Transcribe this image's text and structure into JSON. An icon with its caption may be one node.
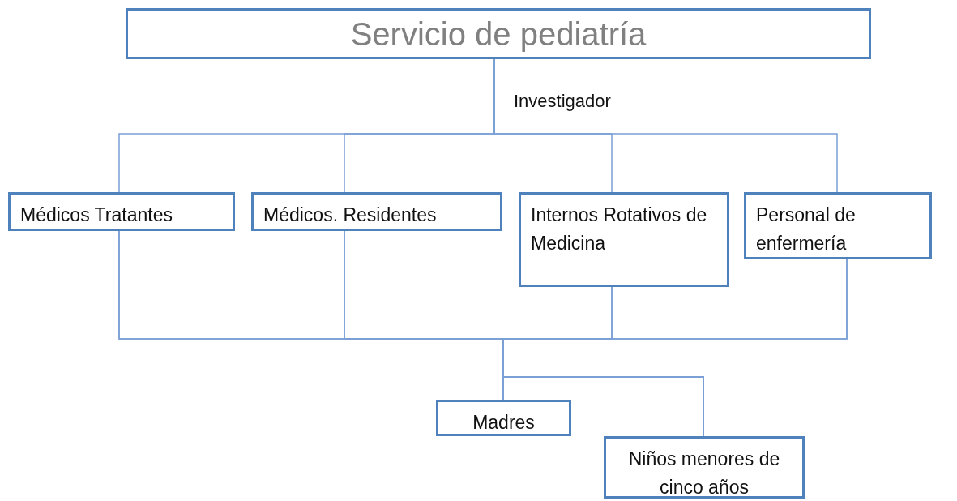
{
  "diagram": {
    "nodes": [
      {
        "text": [
          "Servicio de pediatría"
        ]
      },
      {
        "text": [
          "Médicos Tratantes"
        ]
      },
      {
        "text": [
          "Médicos. Residentes"
        ]
      },
      {
        "text": [
          "Internos Rotativos de Medicina"
        ]
      },
      {
        "text": [
          "Personal de enfermería"
        ]
      },
      {
        "text": [
          "Madres"
        ]
      },
      {
        "text": [
          "Niños menores de cinco años"
        ]
      }
    ],
    "edges": [
      {
        "from": 0,
        "to": 1,
        "arrow": "none"
      },
      {
        "from": 0,
        "to": 2,
        "arrow": "none"
      },
      {
        "from": 0,
        "to": 3,
        "arrow": "none"
      },
      {
        "from": 0,
        "to": 4,
        "arrow": "none"
      },
      {
        "from": 1,
        "to": 5,
        "arrow": "none"
      },
      {
        "from": 1,
        "to": 6,
        "arrow": "none"
      },
      {
        "from": 2,
        "to": 5,
        "arrow": "none"
      },
      {
        "from": 2,
        "to": 6,
        "arrow": "none"
      },
      {
        "from": 3,
        "to": 5,
        "arrow": "none"
      },
      {
        "from": 3,
        "to": 6,
        "arrow": "none"
      },
      {
        "from": 4,
        "to": 5,
        "arrow": "none"
      },
      {
        "from": 4,
        "to": 6,
        "arrow": "none"
      }
    ],
    "labels": [
      "Investigador"
    ]
  }
}
